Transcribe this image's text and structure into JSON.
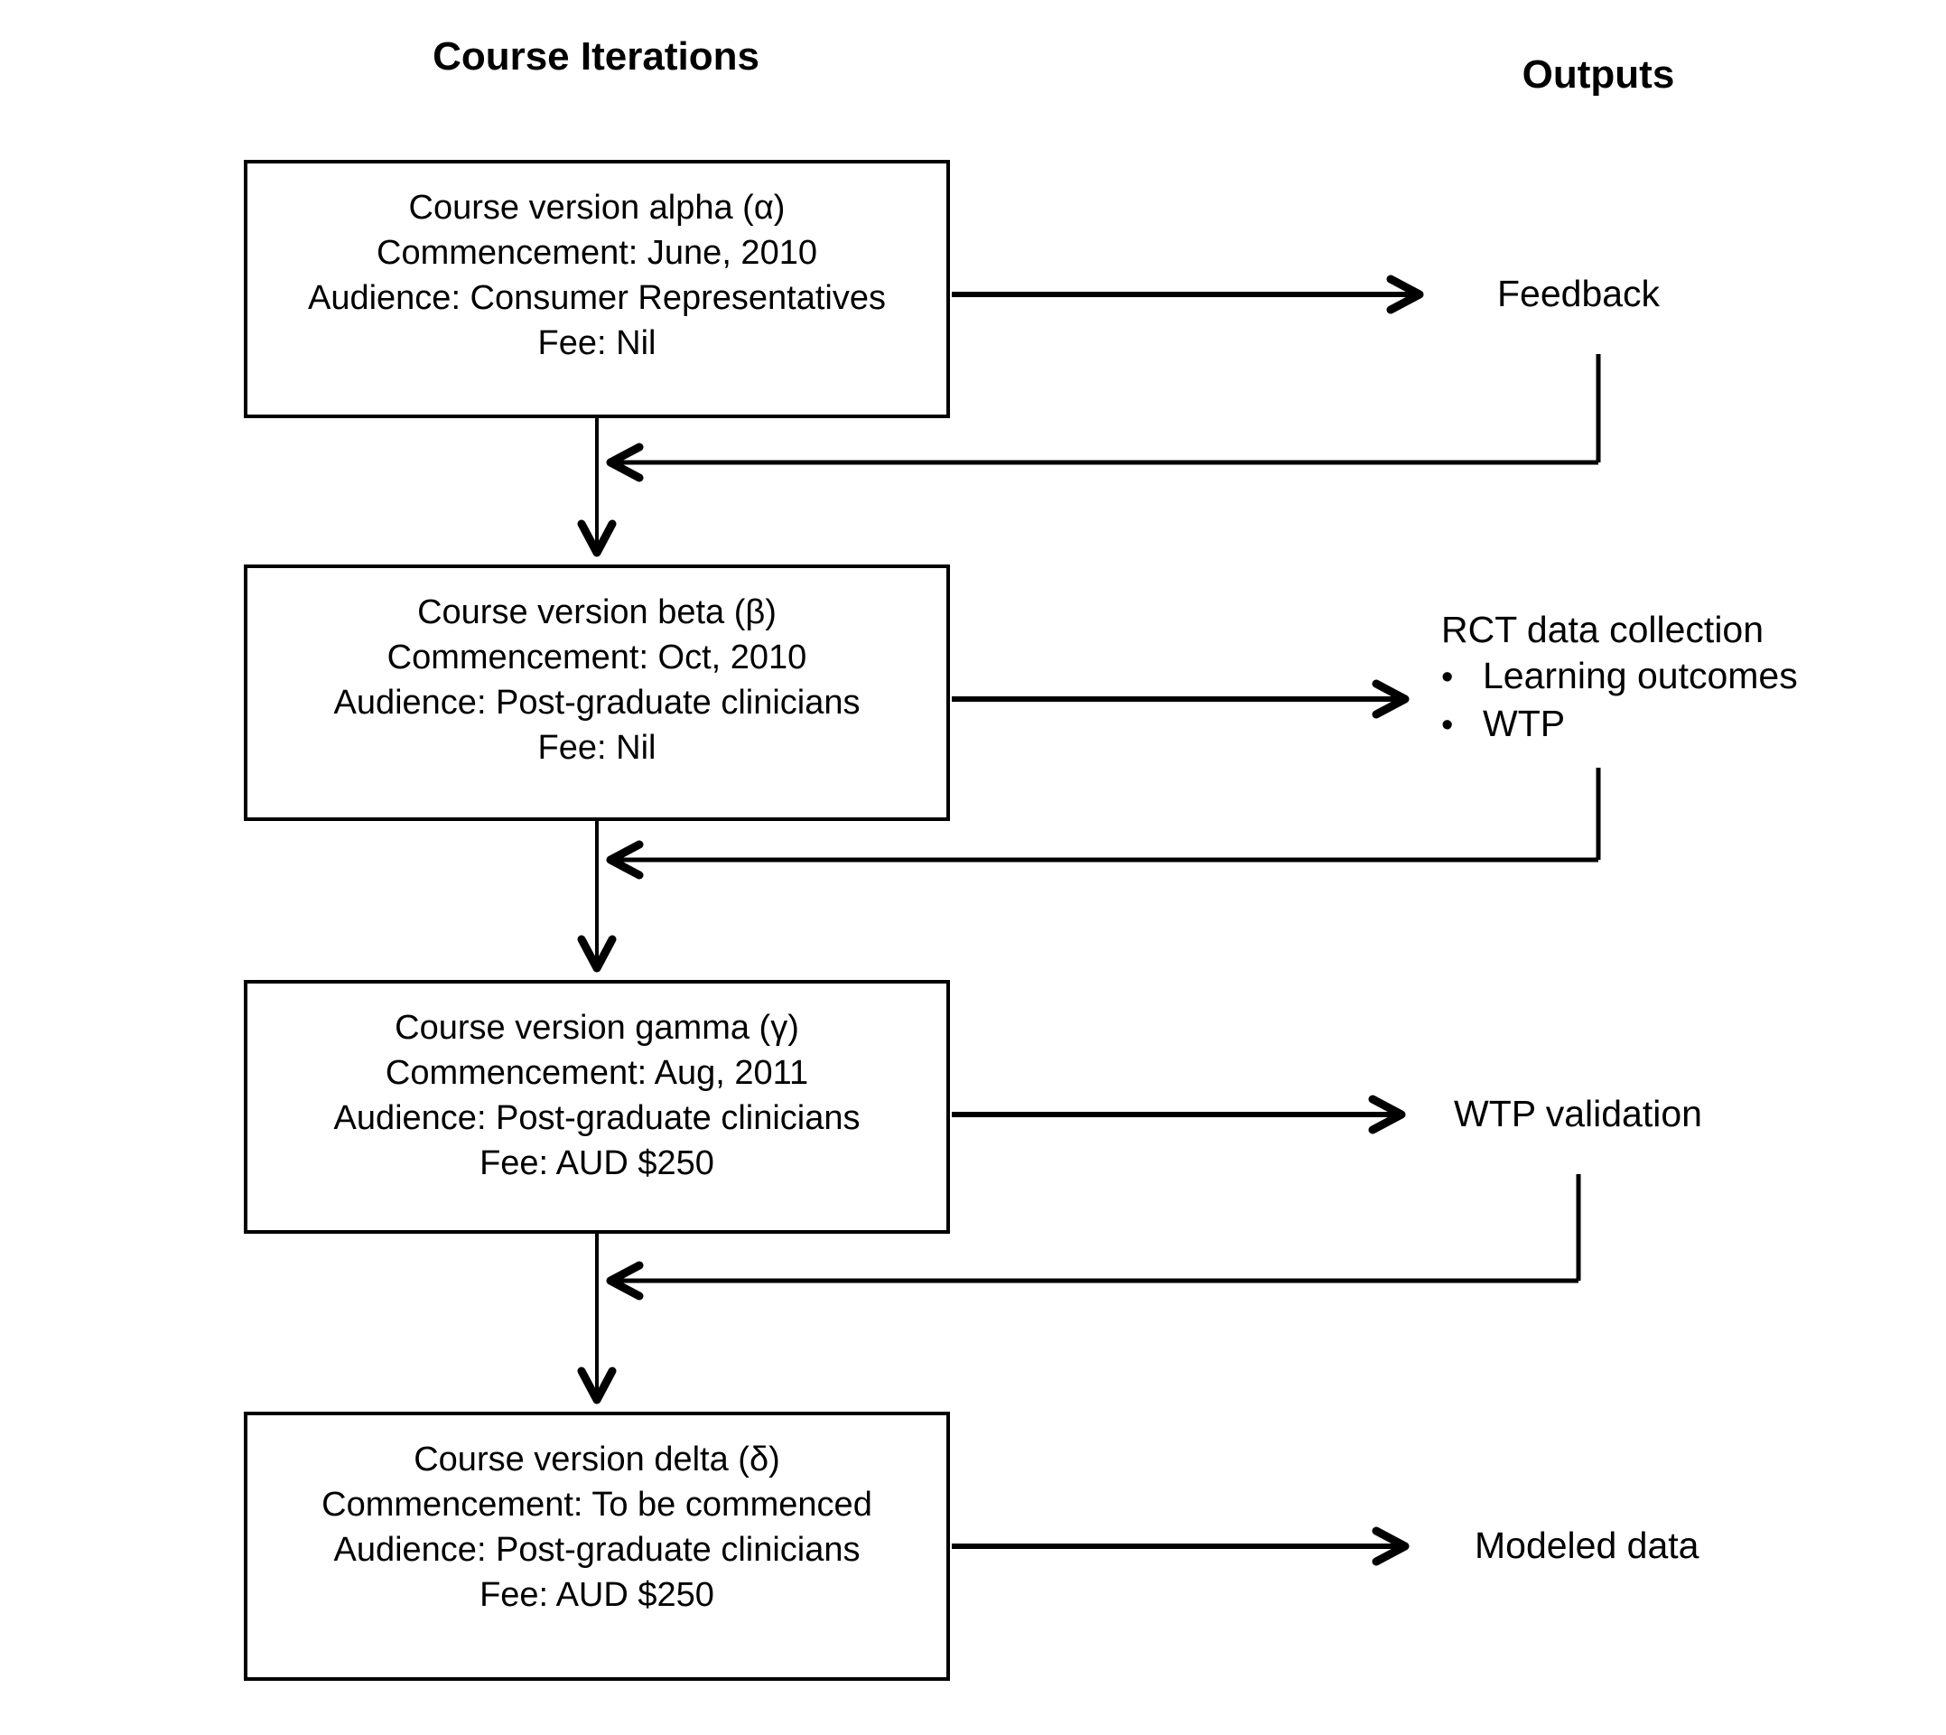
{
  "columns": {
    "left_title": "Course Iterations",
    "right_title": "Outputs"
  },
  "course_boxes": [
    {
      "name": "alpha",
      "title": "Course version alpha (α)",
      "commencement": "Commencement: June, 2010",
      "audience": "Audience: Consumer Representatives",
      "fee": "Fee: Nil"
    },
    {
      "name": "beta",
      "title": "Course version beta (β)",
      "commencement": "Commencement: Oct, 2010",
      "audience": "Audience: Post-graduate clinicians",
      "fee": "Fee: Nil"
    },
    {
      "name": "gamma",
      "title": "Course version gamma (γ)",
      "commencement": "Commencement: Aug, 2011",
      "audience": "Audience: Post-graduate clinicians",
      "fee": "Fee: AUD $250"
    },
    {
      "name": "delta",
      "title": "Course version delta (δ)",
      "commencement": "Commencement: To be commenced",
      "audience": "Audience: Post-graduate clinicians",
      "fee": "Fee: AUD $250"
    }
  ],
  "outputs": {
    "bullet_char": "•",
    "feedback": {
      "label": "Feedback"
    },
    "rct": {
      "label": "RCT data collection",
      "bullets": [
        "Learning outcomes",
        "WTP"
      ]
    },
    "wtp_validation": {
      "label": "WTP validation"
    },
    "modeled": {
      "label": "Modeled data"
    }
  },
  "colors": {
    "ink": "#000000",
    "background": "#ffffff"
  }
}
